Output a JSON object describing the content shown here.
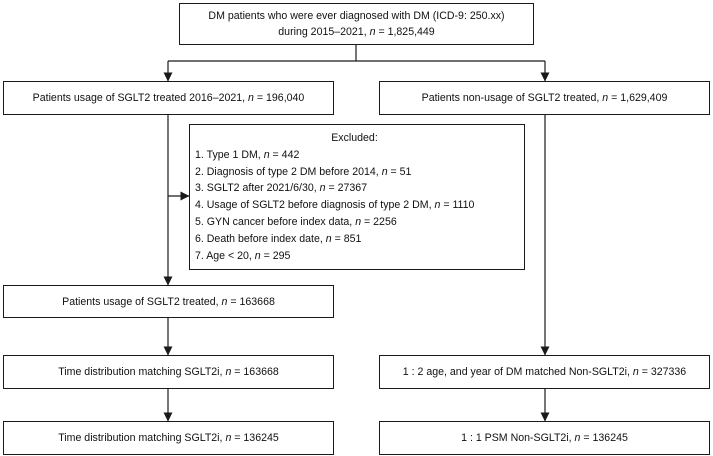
{
  "boxes": {
    "top": {
      "line1": "DM patients who were ever diagnosed with DM (ICD-9: 250.xx)",
      "line2_prefix": "during 2015–2021, ",
      "n_symbol": "n",
      "line2_suffix": " = 1,825,449"
    },
    "left1": {
      "prefix": "Patients usage of SGLT2 treated 2016–2021, ",
      "n_symbol": "n",
      "suffix": " = 196,040"
    },
    "right1": {
      "prefix": "Patients non-usage of SGLT2 treated, ",
      "n_symbol": "n",
      "suffix": " = 1,629,409"
    },
    "excluded": {
      "title": "Excluded:",
      "items": [
        {
          "prefix": "1. Type 1 DM, ",
          "n_symbol": "n",
          "suffix": " = 442"
        },
        {
          "prefix": "2. Diagnosis of type 2 DM before 2014, ",
          "n_symbol": "n",
          "suffix": " = 51"
        },
        {
          "prefix": "3. SGLT2 after 2021/6/30, ",
          "n_symbol": "n",
          "suffix": " = 27367"
        },
        {
          "prefix": "4. Usage of SGLT2 before diagnosis of type 2 DM, ",
          "n_symbol": "n",
          "suffix": " = 1110"
        },
        {
          "prefix": "5. GYN cancer before index data, ",
          "n_symbol": "n",
          "suffix": " = 2256"
        },
        {
          "prefix": "6. Death before index date, ",
          "n_symbol": "n",
          "suffix": " = 851"
        },
        {
          "prefix": "7. Age < 20, ",
          "n_symbol": "n",
          "suffix": " = 295"
        }
      ]
    },
    "left2": {
      "prefix": "Patients usage of SGLT2 treated, ",
      "n_symbol": "n",
      "suffix": " = 163668"
    },
    "left3": {
      "prefix": "Time distribution matching SGLT2i, ",
      "n_symbol": "n",
      "suffix": " = 163668"
    },
    "right3": {
      "prefix": "1 : 2 age, and year of DM matched Non-SGLT2i, ",
      "n_symbol": "n",
      "suffix": " = 327336"
    },
    "left4": {
      "prefix": "Time distribution matching SGLT2i, ",
      "n_symbol": "n",
      "suffix": " = 136245"
    },
    "right4": {
      "prefix": "1 : 1 PSM Non-SGLT2i, ",
      "n_symbol": "n",
      "suffix": " = 136245"
    }
  }
}
